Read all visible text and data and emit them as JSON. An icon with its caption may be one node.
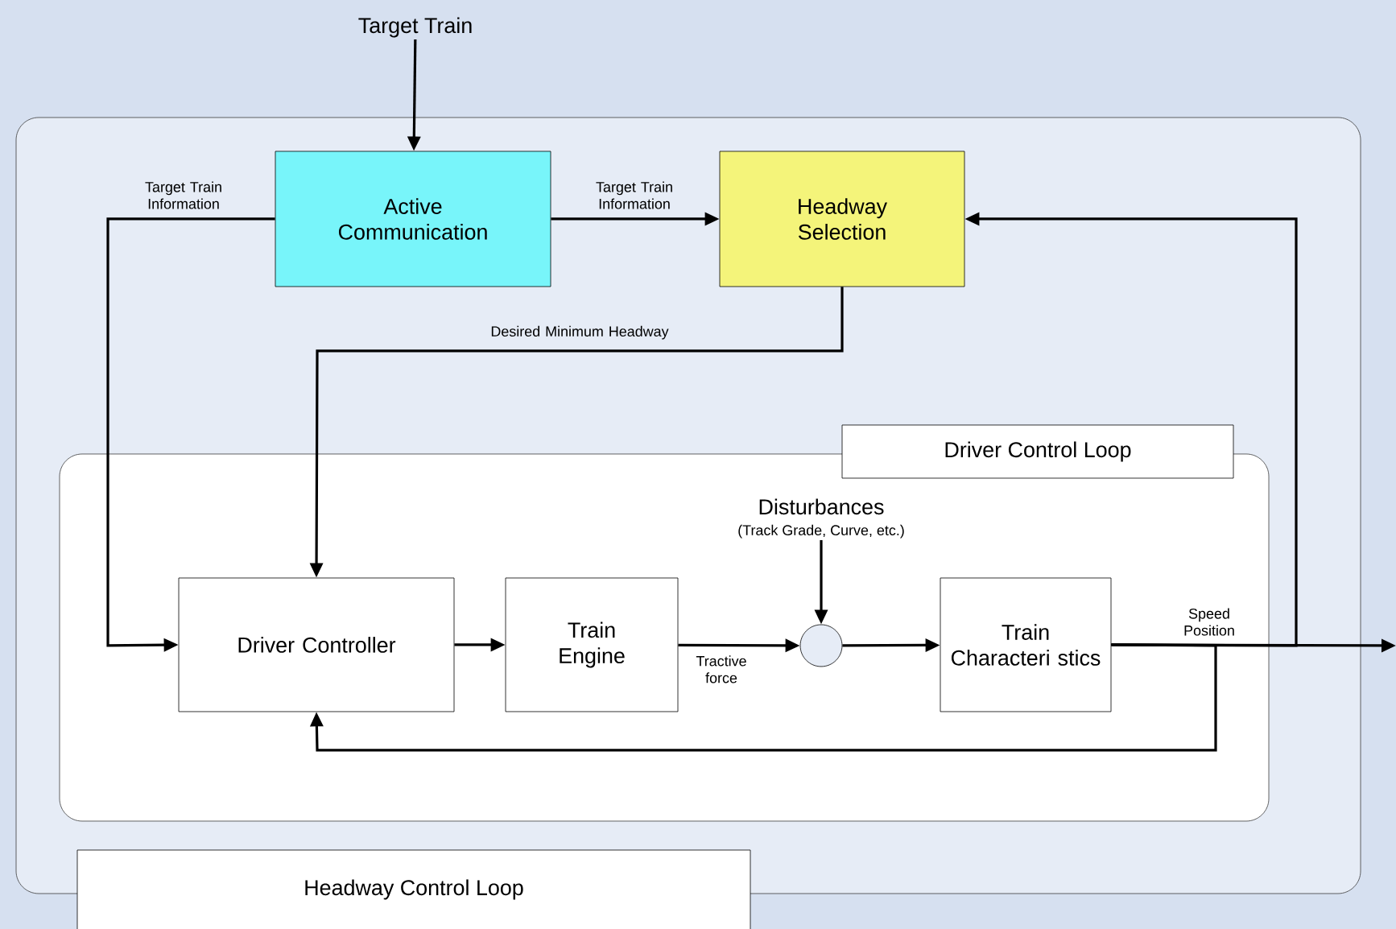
{
  "diagram": {
    "nodes": [
      {
        "text": [
          "Headway Control Loop"
        ]
      },
      {
        "text": [
          "Driver Control Loop"
        ],
        "in": 0
      },
      {
        "text": [
          "Target Train"
        ]
      },
      {
        "text": [
          "Active Communication"
        ],
        "in": 0
      },
      {
        "text": [
          "Headway Selection"
        ],
        "in": 0
      },
      {
        "text": [
          "Driver Controller"
        ],
        "in": 1
      },
      {
        "text": [
          "Train Engine"
        ],
        "in": 1
      },
      {
        "text": [
          "Disturbances",
          "(Track Grade, Curve, etc.)"
        ],
        "in": 1
      },
      {
        "text": [],
        "shape": "circle",
        "in": 1
      },
      {
        "text": [
          "Train Characteri stics"
        ],
        "in": 1
      }
    ],
    "edges": [
      {
        "from": 2,
        "to": 3,
        "arrow": "to"
      },
      {
        "from": 3,
        "to": 4,
        "arrow": "to",
        "label": "Target Train Information"
      },
      {
        "from": 3,
        "to": 5,
        "arrow": "to",
        "label": "Target Train Information"
      },
      {
        "from": 4,
        "to": 5,
        "arrow": "to",
        "label": "Desired Minimum Headway"
      },
      {
        "from": 5,
        "to": 6,
        "arrow": "to"
      },
      {
        "from": 6,
        "to": 8,
        "arrow": "to",
        "label": "Tractive force"
      },
      {
        "from": 7,
        "to": 8,
        "arrow": "to"
      },
      {
        "from": 8,
        "to": 9,
        "arrow": "to"
      },
      {
        "from": 9,
        "to": null,
        "arrow": "to",
        "label": "Speed Position"
      },
      {
        "from": 9,
        "to": 4,
        "arrow": "to"
      },
      {
        "from": 9,
        "to": 5,
        "arrow": "to"
      }
    ]
  }
}
